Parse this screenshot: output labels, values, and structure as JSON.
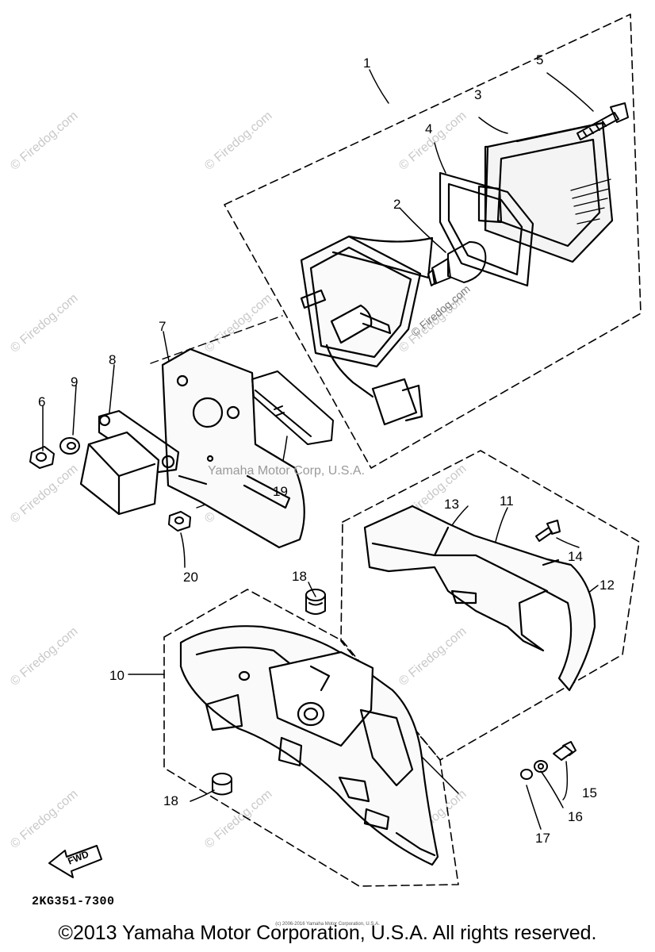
{
  "diagram": {
    "callouts": {
      "c1": "1",
      "c2": "2",
      "c3": "3",
      "c4": "4",
      "c5": "5",
      "c6": "6",
      "c7": "7",
      "c8": "8",
      "c9": "9",
      "c10": "10",
      "c11": "11",
      "c12": "12",
      "c13": "13",
      "c14": "14",
      "c15": "15",
      "c16": "16",
      "c17": "17",
      "c18a": "18",
      "c18b": "18",
      "c19": "19",
      "c20": "20"
    },
    "part_code": "2KG351-7300",
    "fwd_label": "FWD",
    "embedded_watermark": "Yamaha Motor Corp, U.S.A.",
    "embedded_watermark_2": "© Firedog.com"
  },
  "watermark": {
    "text": "© Firedog.com"
  },
  "footer": {
    "copyright": "©2013 Yamaha Motor Corporation, U.S.A. All rights reserved.",
    "tiny_copyright": "(c) 2006-2016 Yamaha Motor Corporation, U.S.A."
  }
}
